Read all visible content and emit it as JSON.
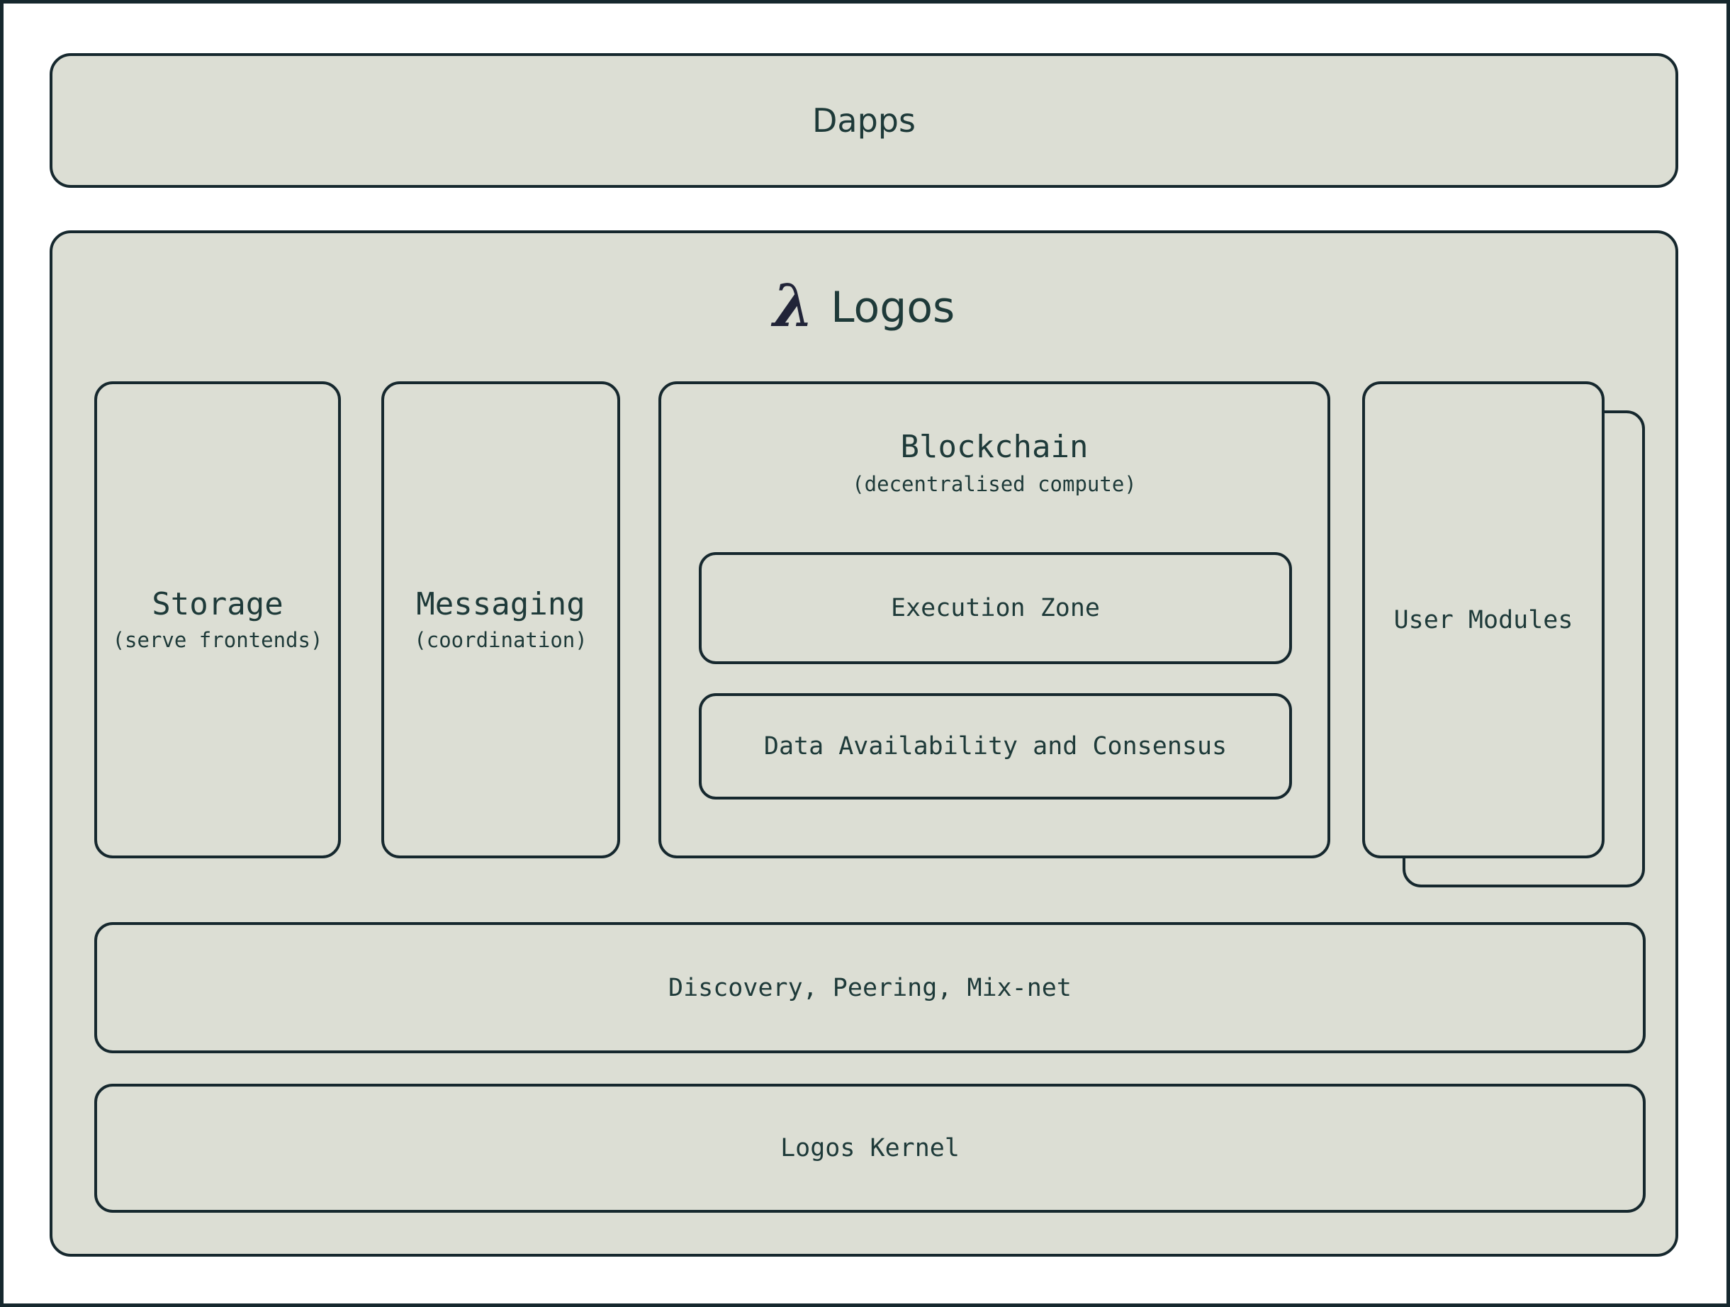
{
  "colors": {
    "background": "#ffffff",
    "fill": "#dcded4",
    "stroke": "#16282e",
    "text": "#1e3a39",
    "lambda": "#212438"
  },
  "dapps": {
    "label": "Dapps"
  },
  "logos": {
    "lambda": "λ",
    "title": "Logos",
    "storage": {
      "title": "Storage",
      "subtitle": "(serve frontends)"
    },
    "messaging": {
      "title": "Messaging",
      "subtitle": "(coordination)"
    },
    "blockchain": {
      "title": "Blockchain",
      "subtitle": "(decentralised compute)",
      "execution_zone_label": "Execution Zone",
      "data_availability_label": "Data Availability and Consensus"
    },
    "user_modules": {
      "label": "User Modules"
    },
    "network": {
      "label": "Discovery, Peering, Mix-net"
    },
    "kernel": {
      "label": "Logos Kernel"
    }
  }
}
